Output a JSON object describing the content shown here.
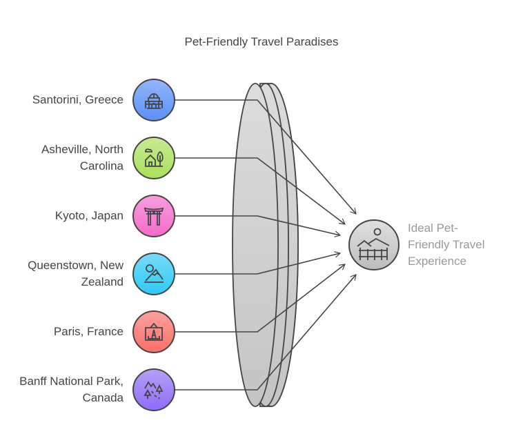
{
  "title": "Pet-Friendly Travel Paradises",
  "inputs": [
    {
      "label": "Santorini, Greece",
      "icon": "domed-building-icon",
      "color": "#5b8ff9"
    },
    {
      "label": "Asheville, North Carolina",
      "icon": "house-tree-icon",
      "color": "#a8e05a"
    },
    {
      "label": "Kyoto, Japan",
      "icon": "torii-gate-icon",
      "color": "#f56ac9"
    },
    {
      "label": "Queenstown, New Zealand",
      "icon": "mountain-sun-icon",
      "color": "#2ec9f5"
    },
    {
      "label": "Paris, France",
      "icon": "eiffel-tower-icon",
      "color": "#fb6f6a"
    },
    {
      "label": "Banff National Park, Canada",
      "icon": "mountains-trees-icon",
      "color": "#8f6cf7"
    }
  ],
  "output": {
    "label": "Ideal Pet-Friendly Travel Experience",
    "line1": "Ideal Pet-",
    "line2": "Friendly Travel",
    "line3": "Experience",
    "icon": "landscape-fence-icon",
    "color": "#c8c8c8"
  }
}
